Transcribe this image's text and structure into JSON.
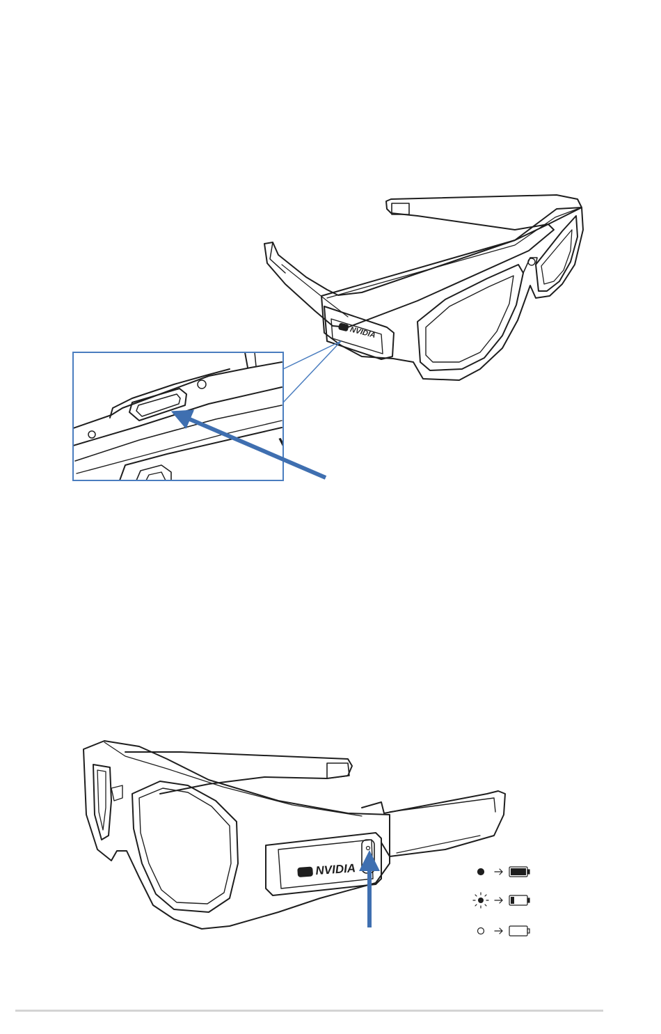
{
  "brand": {
    "logo_text": "NVIDIA"
  },
  "colors": {
    "callout_blue": "#4a7dbf",
    "arrow_blue": "#3f6fb0",
    "line_art": "#1e1e1e",
    "footer_rule": "#d4d4d4"
  },
  "figures": [
    {
      "id": "usb-port-location",
      "shows": "glasses-side-view-with-zoom-callout",
      "callout_logo_text": "NVIDIA",
      "icons": [
        "usb-port-icon",
        "pointer-arrow-icon"
      ]
    },
    {
      "id": "power-button-and-battery-led",
      "shows": "glasses-front-view-with-led",
      "battery_legend": [
        {
          "led_icon": "led-solid-icon",
          "battery_icon": "battery-full-icon",
          "battery_level": 1.0
        },
        {
          "led_icon": "led-blinking-icon",
          "battery_icon": "battery-low-icon",
          "battery_level": 0.2
        },
        {
          "led_icon": "led-off-icon",
          "battery_icon": "battery-empty-icon",
          "battery_level": 0.0
        }
      ]
    }
  ]
}
